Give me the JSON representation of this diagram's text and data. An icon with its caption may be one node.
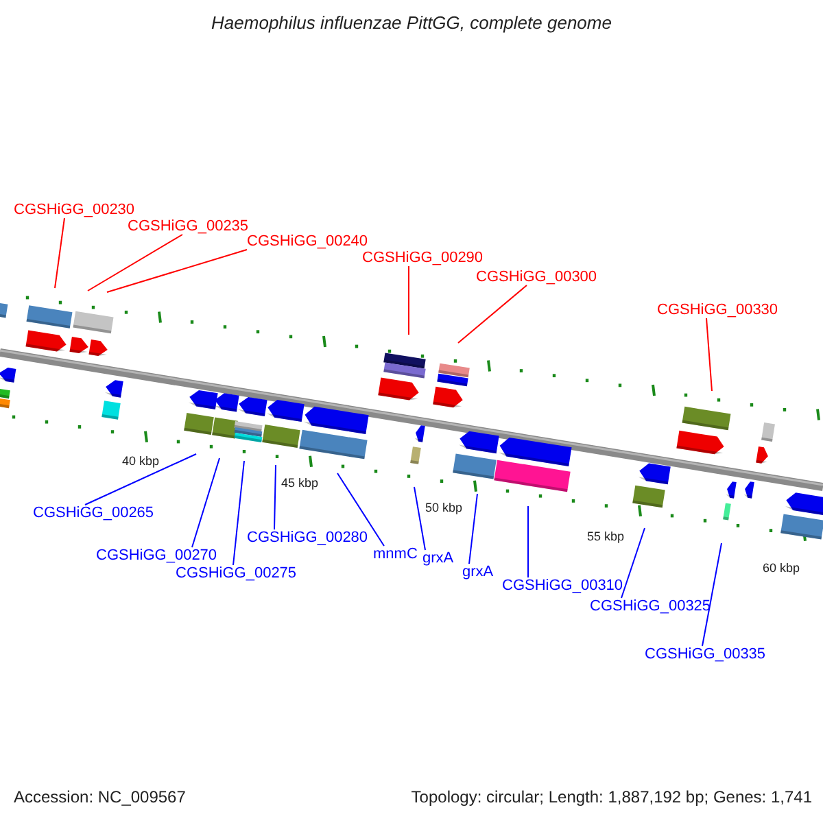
{
  "diagram": {
    "title": "Haemophilus influenzae PittGG, complete genome",
    "nodes": [
      {
        "text": [
          "CGSHiGG_00230"
        ]
      },
      {
        "text": [
          "CGSHiGG_00235"
        ]
      },
      {
        "text": [
          "CGSHiGG_00240"
        ]
      },
      {
        "text": [
          "CGSHiGG_00290"
        ]
      },
      {
        "text": [
          "CGSHiGG_00300"
        ]
      },
      {
        "text": [
          "CGSHiGG_00330"
        ]
      },
      {
        "text": [
          "CGSHiGG_00265"
        ]
      },
      {
        "text": [
          "CGSHiGG_00270"
        ]
      },
      {
        "text": [
          "CGSHiGG_00275"
        ]
      },
      {
        "text": [
          "CGSHiGG_00280"
        ]
      },
      {
        "text": [
          "mnmC"
        ]
      },
      {
        "text": [
          "grxA"
        ]
      },
      {
        "text": [
          "grxA"
        ]
      },
      {
        "text": [
          "CGSHiGG_00310"
        ]
      },
      {
        "text": [
          "CGSHiGG_00325"
        ]
      },
      {
        "text": [
          "CGSHiGG_00335"
        ]
      }
    ],
    "edges": [
      {
        "from": 0,
        "to": null,
        "arrow": "none",
        "color": "#ff0000"
      },
      {
        "from": 1,
        "to": null,
        "arrow": "none",
        "color": "#ff0000"
      },
      {
        "from": 2,
        "to": null,
        "arrow": "none",
        "color": "#ff0000"
      },
      {
        "from": 3,
        "to": null,
        "arrow": "none",
        "color": "#ff0000"
      },
      {
        "from": 4,
        "to": null,
        "arrow": "none",
        "color": "#ff0000"
      },
      {
        "from": 5,
        "to": null,
        "arrow": "none",
        "color": "#ff0000"
      },
      {
        "from": 6,
        "to": null,
        "arrow": "none"
      },
      {
        "from": 7,
        "to": null,
        "arrow": "none"
      },
      {
        "from": 8,
        "to": null,
        "arrow": "none"
      },
      {
        "from": 9,
        "to": null,
        "arrow": "none"
      },
      {
        "from": 10,
        "to": null,
        "arrow": "none"
      },
      {
        "from": 11,
        "to": null,
        "arrow": "none"
      },
      {
        "from": 12,
        "to": null,
        "arrow": "none"
      },
      {
        "from": 13,
        "to": null,
        "arrow": "none"
      },
      {
        "from": 14,
        "to": null,
        "arrow": "none"
      },
      {
        "from": 15,
        "to": null,
        "arrow": "none"
      }
    ],
    "labels": [
      "40 kbp",
      "45 kbp",
      "50 kbp",
      "55 kbp",
      "60 kbp",
      "Accession: NC_009567",
      "Topology: circular; Length: 1,887,192 bp; Genes: 1,741"
    ]
  }
}
